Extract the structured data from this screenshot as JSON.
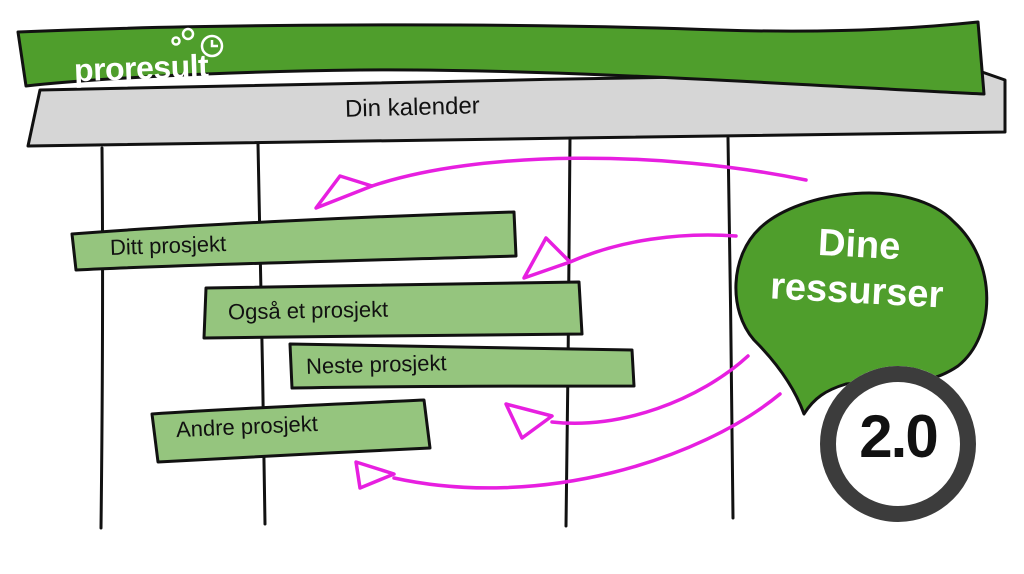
{
  "header": {
    "logo_text": "proresult",
    "logo_icon": "clock-bubbles-icon",
    "calendar_title": "Din kalender"
  },
  "projects": [
    {
      "label": "Ditt prosjekt"
    },
    {
      "label": "Også et prosjekt"
    },
    {
      "label": "Neste prosjekt"
    },
    {
      "label": "Andre prosjekt"
    }
  ],
  "resources": {
    "title": "Dine ressurser",
    "version": "2.0"
  },
  "colors": {
    "header_green": "#4f9e2c",
    "bar_green": "#95c57e",
    "calendar_gray": "#d6d6d6",
    "arrow_magenta": "#e71fe0",
    "badge_ring": "#3c3c3c",
    "blob_green": "#4f9e2c"
  }
}
